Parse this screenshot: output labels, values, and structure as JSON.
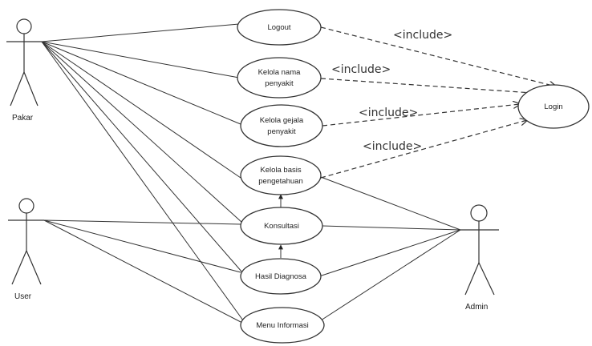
{
  "actors": {
    "pakar": "Pakar",
    "user": "User",
    "admin": "Admin"
  },
  "use_cases": {
    "logout": "Logout",
    "kelola_nama_1": "Kelola nama",
    "kelola_nama_2": "penyakit",
    "kelola_gejala_1": "Kelola gejala",
    "kelola_gejala_2": "penyakit",
    "kelola_basis_1": "Kelola basis",
    "kelola_basis_2": "pengetahuan",
    "konsultasi": "Konsultasi",
    "hasil_diagnosa": "Hasil Diagnosa",
    "menu_informasi": "Menu Informasi",
    "login": "Login"
  },
  "relations": {
    "include_1": "<include>",
    "include_2": "<include>",
    "include_3": "<include>",
    "include_4": "<include>"
  }
}
